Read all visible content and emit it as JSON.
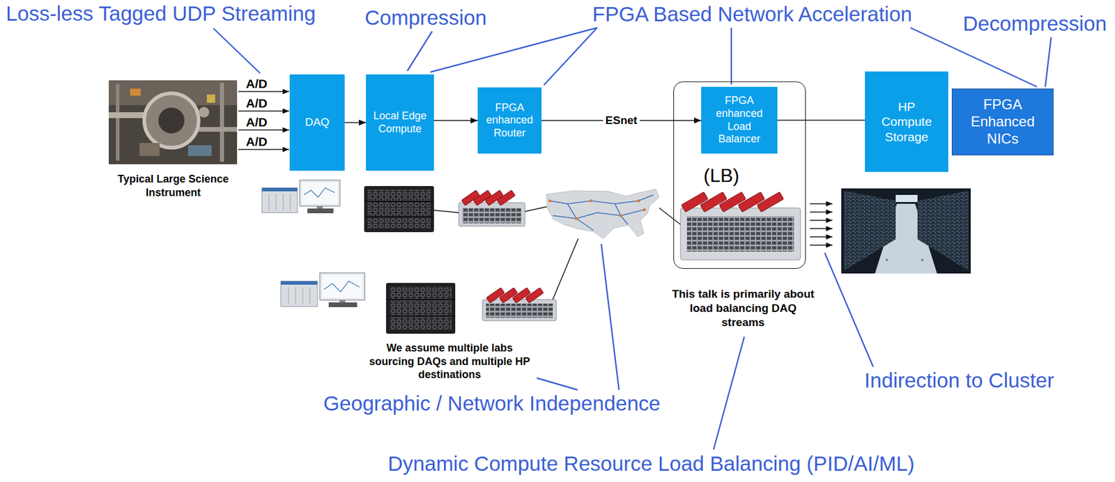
{
  "diagram": {
    "nodes": [
      {
        "text": [
          "DAQ"
        ]
      },
      {
        "text": [
          "Local Edge Compute"
        ]
      },
      {
        "text": [
          "FPGA enhanced Router"
        ]
      },
      {
        "text": [
          "(LB)"
        ]
      },
      {
        "text": [
          "FPGA enhanced Load Balancer"
        ],
        "in": 3
      },
      {
        "text": [
          "HP Compute Storage"
        ]
      },
      {
        "text": [
          "FPGA Enhanced NICs"
        ]
      }
    ],
    "edges": [
      {
        "from": 0,
        "to": 1,
        "arrow": "to"
      },
      {
        "from": 1,
        "to": 2,
        "arrow": "to"
      },
      {
        "from": 2,
        "to": 4,
        "label": "ESnet",
        "arrow": "to"
      },
      {
        "from": 4,
        "to": 5,
        "arrow": "none"
      }
    ],
    "labels": [
      "Loss-less Tagged UDP Streaming",
      "Compression",
      "FPGA Based Network Acceleration",
      "Decompression",
      "A/D",
      "A/D",
      "A/D",
      "A/D",
      "Typical Large Science Instrument",
      "We assume multiple labs sourcing DAQs and multiple HP destinations",
      "This talk is primarily about load balancing DAQ streams",
      "Geographic / Network Independence",
      "Indirection to Cluster",
      "Dynamic Compute Resource Load Balancing (PID/AI/ML)"
    ]
  }
}
